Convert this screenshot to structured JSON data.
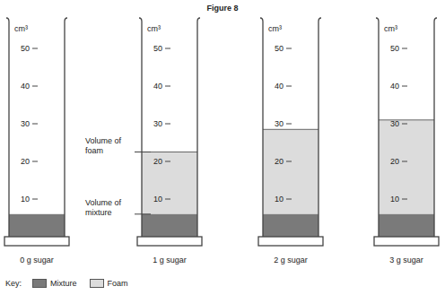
{
  "diagram": {
    "title": "Figure 8",
    "labels": [
      "cm³",
      "50",
      "40",
      "30",
      "20",
      "10",
      "cm³",
      "50",
      "40",
      "30",
      "20",
      "10",
      "cm³",
      "50",
      "40",
      "30",
      "20",
      "10",
      "cm³",
      "50",
      "40",
      "30",
      "20",
      "10",
      "Volume of foam",
      "Volume of mixture",
      "0 g sugar",
      "1 g sugar",
      "2 g sugar",
      "3 g sugar",
      "Key:"
    ],
    "legend": [
      {
        "text": "Mixture",
        "color": "#7a7a7a"
      },
      {
        "text": "Foam",
        "color": "#dcdcdc"
      }
    ]
  }
}
